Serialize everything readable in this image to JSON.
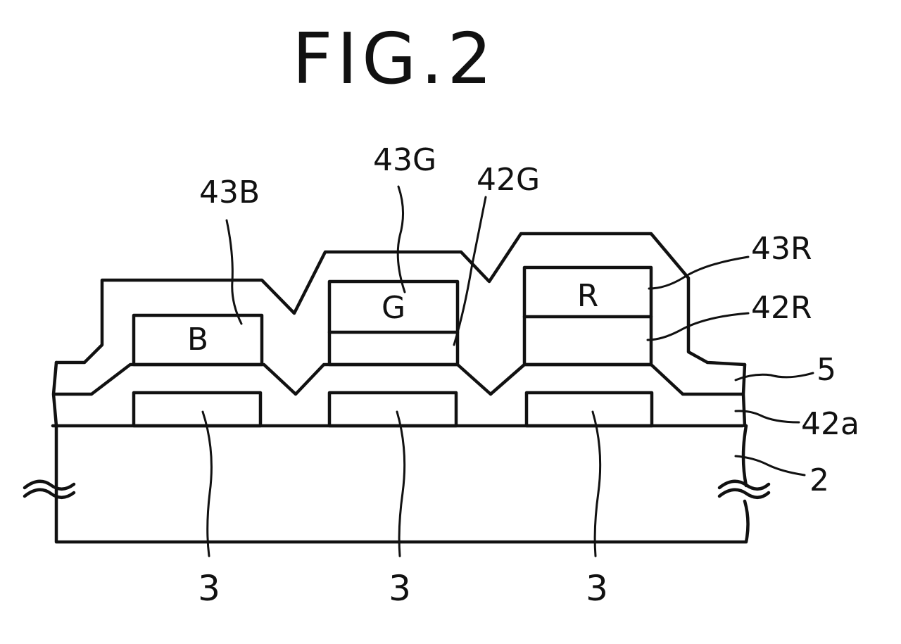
{
  "figure": {
    "title": "FIG.2",
    "layers": {
      "l43B": "43B",
      "l43G": "43G",
      "l42G": "42G",
      "l43R": "43R",
      "l42R": "42R",
      "l5": "5",
      "l42a": "42a",
      "l2": "2"
    },
    "filters": {
      "blue": "B",
      "green": "G",
      "red": "R"
    },
    "electrodes": [
      "3",
      "3",
      "3"
    ]
  }
}
